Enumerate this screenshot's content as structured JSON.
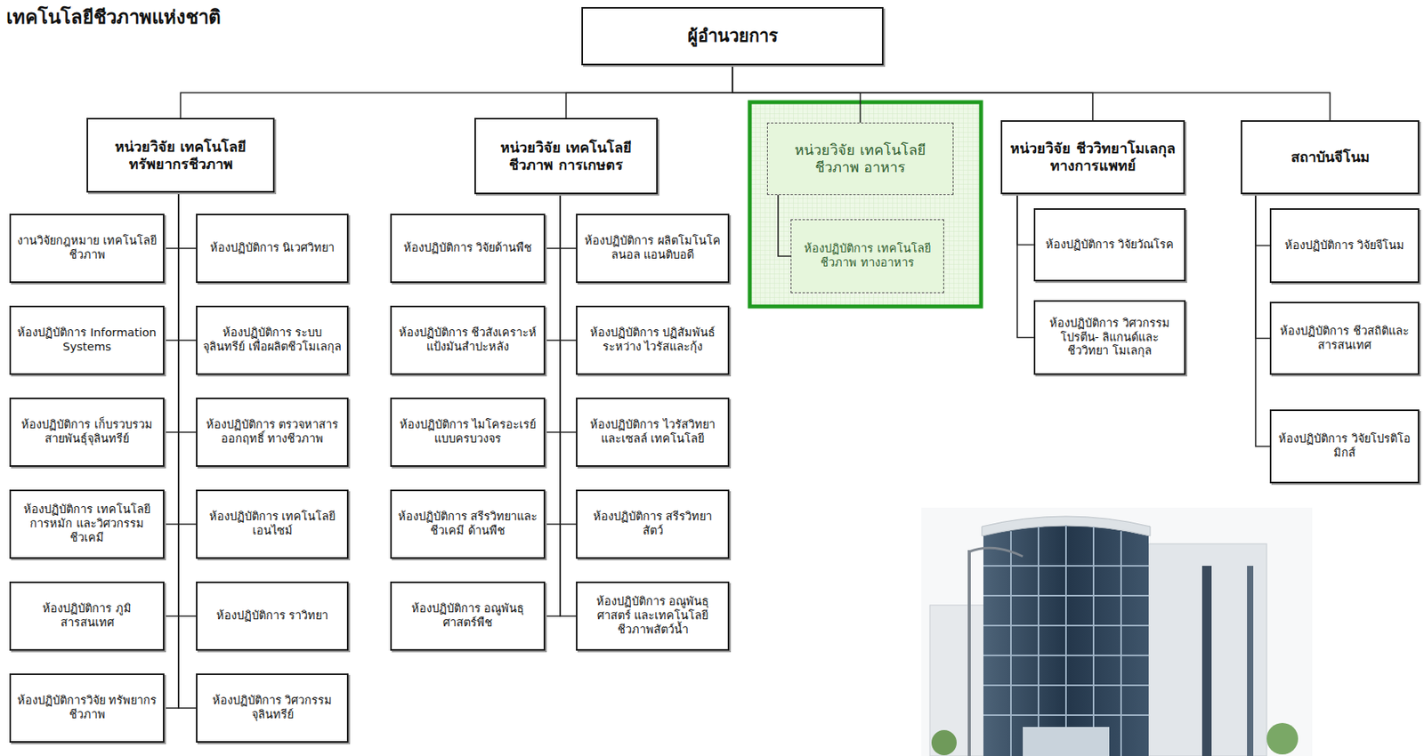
{
  "diagram": {
    "title": "เทคโนโลยีชีวภาพแห่งชาติ",
    "nodes": [
      {
        "text": [
          "ผู้อำนวยการ"
        ]
      },
      {
        "text": [
          "หน่วยวิจัย เทคโนโลยี ทรัพยากรชีวภาพ"
        ]
      },
      {
        "text": [
          "งานวิจัยกฎหมาย เทคโนโลยี ชีวภาพ"
        ]
      },
      {
        "text": [
          "ห้องปฏิบัติการ นิเวศวิทยา"
        ]
      },
      {
        "text": [
          "ห้องปฏิบัติการ Information Systems"
        ]
      },
      {
        "text": [
          "ห้องปฏิบัติการ ระบบจุลินทรีย์ เพื่อผลิตชีวโมเลกุล"
        ]
      },
      {
        "text": [
          "ห้องปฏิบัติการ เก็บรวบรวม สายพันธุ์จุลินทรีย์"
        ]
      },
      {
        "text": [
          "ห้องปฏิบัติการ ตรวจหาสารออกฤทธิ์ ทางชีวภาพ"
        ]
      },
      {
        "text": [
          "ห้องปฏิบัติการ เทคโนโลยีการหมัก และวิศวกรรมชีวเคมี"
        ]
      },
      {
        "text": [
          "ห้องปฏิบัติการ เทคโนโลยีเอนไซม์"
        ]
      },
      {
        "text": [
          "ห้องปฏิบัติการ ภูมิสารสนเทศ"
        ]
      },
      {
        "text": [
          "ห้องปฏิบัติการ ราวิทยา"
        ]
      },
      {
        "text": [
          "ห้องปฏิบัติการวิจัย ทรัพยากรชีวภาพ"
        ]
      },
      {
        "text": [
          "ห้องปฏิบัติการ วิศวกรรมจุลินทรีย์"
        ]
      },
      {
        "text": [
          "หน่วยวิจัย เทคโนโลยีชีวภาพ การเกษตร"
        ]
      },
      {
        "text": [
          "ห้องปฏิบัติการ วิจัยด้านพืช"
        ]
      },
      {
        "text": [
          "ห้องปฏิบัติการ ผลิตโมโนโคลนอล แอนติบอดี"
        ]
      },
      {
        "text": [
          "ห้องปฏิบัติการ ชีวสังเคราะห์ แป้งมันสำปะหลัง"
        ]
      },
      {
        "text": [
          "ห้องปฏิบัติการ ปฏิสัมพันธ์ระหว่าง ไวรัสและกุ้ง"
        ]
      },
      {
        "text": [
          "ห้องปฏิบัติการ ไมโครอะเรย์ แบบครบวงจร"
        ]
      },
      {
        "text": [
          "ห้องปฏิบัติการ ไวรัสวิทยาและเซลล์ เทคโนโลยี"
        ]
      },
      {
        "text": [
          "ห้องปฏิบัติการ สรีรวิทยาและชีวเคมี ด้านพืช"
        ]
      },
      {
        "text": [
          "ห้องปฏิบัติการ สรีรวิทยาสัตว์"
        ]
      },
      {
        "text": [
          "ห้องปฏิบัติการ อณูพันธุศาสตร์พืช"
        ]
      },
      {
        "text": [
          "ห้องปฏิบัติการ อณูพันธุศาสตร์ และเทคโนโลยี ชีวภาพสัตว์น้ำ"
        ]
      },
      {
        "text": [
          "หน่วยวิจัย เทคโนโลยีชีวภาพ อาหาร"
        ]
      },
      {
        "text": [
          "ห้องปฏิบัติการ เทคโนโลยีชีวภาพ ทางอาหาร"
        ]
      },
      {
        "text": [
          "หน่วยวิจัย ชีววิทยาโมเลกุล ทางการแพทย์"
        ]
      },
      {
        "text": [
          "ห้องปฏิบัติการ วิจัยวัณโรค"
        ]
      },
      {
        "text": [
          "ห้องปฏิบัติการ วิศวกรรมโปรตีน- ลิแกนด์และชีววิทยา โมเลกุล"
        ]
      },
      {
        "text": [
          "สถาบันจีโนม"
        ]
      },
      {
        "text": [
          "ห้องปฏิบัติการ วิจัยจีโนม"
        ]
      },
      {
        "text": [
          "ห้องปฏิบัติการ ชีวสถิติและ สารสนเทศ"
        ]
      },
      {
        "text": [
          "ห้องปฏิบัติการ วิจัยโปรติโอมิกส์"
        ]
      }
    ],
    "edges": [
      {
        "from": 0,
        "to": 1,
        "arrow": "none"
      },
      {
        "from": 0,
        "to": 14,
        "arrow": "none"
      },
      {
        "from": 0,
        "to": 25,
        "arrow": "none"
      },
      {
        "from": 0,
        "to": 27,
        "arrow": "none"
      },
      {
        "from": 0,
        "to": 30,
        "arrow": "none"
      },
      {
        "from": 1,
        "to": 2,
        "arrow": "none"
      },
      {
        "from": 1,
        "to": 3,
        "arrow": "none"
      },
      {
        "from": 1,
        "to": 4,
        "arrow": "none"
      },
      {
        "from": 1,
        "to": 5,
        "arrow": "none"
      },
      {
        "from": 1,
        "to": 6,
        "arrow": "none"
      },
      {
        "from": 1,
        "to": 7,
        "arrow": "none"
      },
      {
        "from": 1,
        "to": 8,
        "arrow": "none"
      },
      {
        "from": 1,
        "to": 9,
        "arrow": "none"
      },
      {
        "from": 1,
        "to": 10,
        "arrow": "none"
      },
      {
        "from": 1,
        "to": 11,
        "arrow": "none"
      },
      {
        "from": 1,
        "to": 12,
        "arrow": "none"
      },
      {
        "from": 1,
        "to": 13,
        "arrow": "none"
      },
      {
        "from": 14,
        "to": 15,
        "arrow": "none"
      },
      {
        "from": 14,
        "to": 16,
        "arrow": "none"
      },
      {
        "from": 14,
        "to": 17,
        "arrow": "none"
      },
      {
        "from": 14,
        "to": 18,
        "arrow": "none"
      },
      {
        "from": 14,
        "to": 19,
        "arrow": "none"
      },
      {
        "from": 14,
        "to": 20,
        "arrow": "none"
      },
      {
        "from": 14,
        "to": 21,
        "arrow": "none"
      },
      {
        "from": 14,
        "to": 22,
        "arrow": "none"
      },
      {
        "from": 14,
        "to": 23,
        "arrow": "none"
      },
      {
        "from": 14,
        "to": 24,
        "arrow": "none"
      },
      {
        "from": 25,
        "to": 26,
        "arrow": "none"
      },
      {
        "from": 27,
        "to": 28,
        "arrow": "none"
      },
      {
        "from": 27,
        "to": 29,
        "arrow": "none"
      },
      {
        "from": 30,
        "to": 31,
        "arrow": "none"
      },
      {
        "from": 30,
        "to": 32,
        "arrow": "none"
      },
      {
        "from": 30,
        "to": 33,
        "arrow": "none"
      }
    ]
  }
}
